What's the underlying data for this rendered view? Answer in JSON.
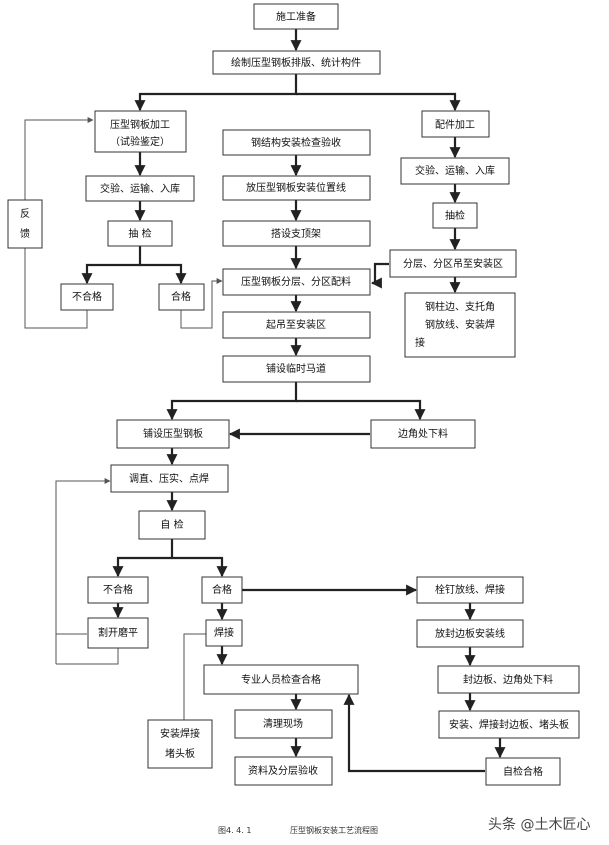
{
  "nodes": {
    "construction_prep": "施工准备",
    "draw_layout": "绘制压型钢板排版、统计构件",
    "deck_processing_1": "压型钢板加工",
    "deck_processing_2": "（试验鉴定）",
    "fittings_processing": "配件加工",
    "steel_acceptance": "钢结构安装检查验收",
    "inspect_transport_left": "交验、运输、入库",
    "inspect_transport_right": "交验、运输、入库",
    "set_position_line": "放压型钢板安装位置线",
    "sampling_left": "抽  检",
    "sampling_right": "抽检",
    "feedback_1": "反",
    "feedback_2": "馈",
    "erect_support": "搭设支顶架",
    "fail_1": "不合格",
    "pass_1": "合格",
    "zone_allocation": "压型钢板分层、分区配料",
    "layer_zone_lift": "分层、分区吊至安装区",
    "lift_to_area": "起吊至安装区",
    "column_edge_1": "钢柱边、支托角",
    "column_edge_2": "钢放线、安装焊",
    "column_edge_3": "接",
    "temp_walkway": "铺设临时马道",
    "lay_deck": "铺设压型钢板",
    "corner_cut": "边角处下料",
    "adjust_weld": "调直、压实、点焊",
    "self_check": "自  检",
    "fail_2": "不合格",
    "pass_2": "合格",
    "stud_weld": "栓钉放线、焊接",
    "cut_grind": "割开磨平",
    "welding": "焊接",
    "edge_plate_line": "放封边板安装线",
    "professional_check": "专业人员检查合格",
    "edge_corner_cut": "封边板、边角处下料",
    "install_end_1": "安装焊接",
    "install_end_2": "堵头板",
    "site_cleanup": "清理现场",
    "install_weld_edge": "安装、焊接封边板、堵头板",
    "docs_acceptance": "资料及分层验收",
    "self_check_pass": "自检合格"
  },
  "caption": {
    "number": "图4. 4. 1",
    "title": "压型钢板安装工艺流程图"
  },
  "watermark": "头条 @土木匠心"
}
